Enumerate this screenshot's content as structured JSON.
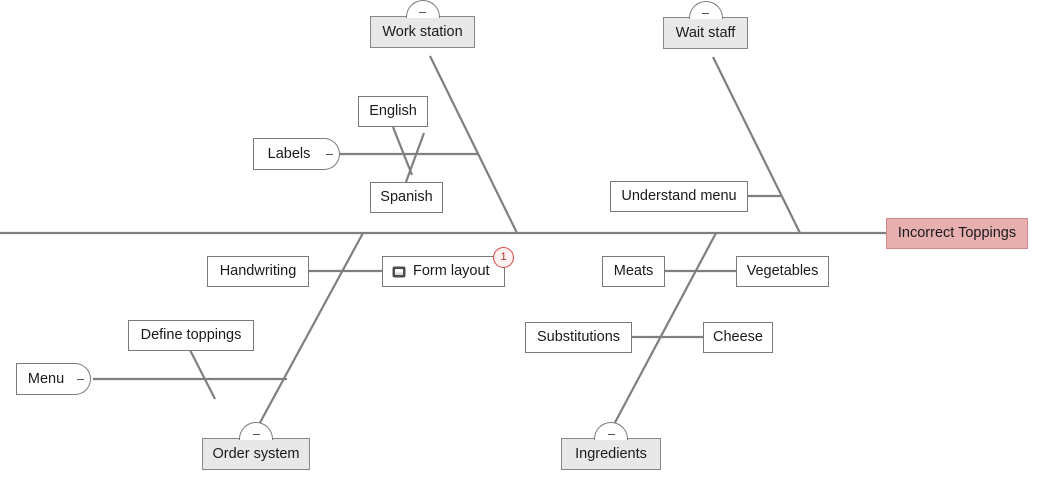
{
  "diagram": {
    "type": "fishbone-ishikawa",
    "effect": {
      "label": "Incorrect Toppings",
      "fill": "#e8afb0",
      "border": "#d2888a"
    },
    "spine_color": "#7f7f7f",
    "bone_color": "#7f7f7f",
    "category_fill": "#e8e8e8",
    "node_fill": "#ffffff",
    "node_border": "#7a7a7a",
    "badge_color": "#d94a4a",
    "categories": [
      {
        "name": "work-station",
        "label": "Work station",
        "position": "top-left",
        "collapse": "-",
        "causes": [
          {
            "name": "labels",
            "label": "Labels",
            "collapse": "-"
          },
          {
            "name": "english",
            "label": "English"
          },
          {
            "name": "spanish",
            "label": "Spanish"
          }
        ]
      },
      {
        "name": "wait-staff",
        "label": "Wait staff",
        "position": "top-right",
        "collapse": "-",
        "causes": [
          {
            "name": "understand-menu",
            "label": "Understand menu"
          }
        ]
      },
      {
        "name": "order-system",
        "label": "Order system",
        "position": "bottom-left",
        "collapse": "-",
        "causes": [
          {
            "name": "handwriting",
            "label": "Handwriting"
          },
          {
            "name": "form-layout",
            "label": "Form layout",
            "icon": "note-icon",
            "badge": "1"
          },
          {
            "name": "define-toppings",
            "label": "Define toppings"
          },
          {
            "name": "menu",
            "label": "Menu",
            "collapse": "-"
          }
        ]
      },
      {
        "name": "ingredients",
        "label": "Ingredients",
        "position": "bottom-right",
        "collapse": "-",
        "causes": [
          {
            "name": "meats",
            "label": "Meats"
          },
          {
            "name": "vegetables",
            "label": "Vegetables"
          },
          {
            "name": "substitutions",
            "label": "Substitutions"
          },
          {
            "name": "cheese",
            "label": "Cheese"
          }
        ]
      }
    ]
  }
}
